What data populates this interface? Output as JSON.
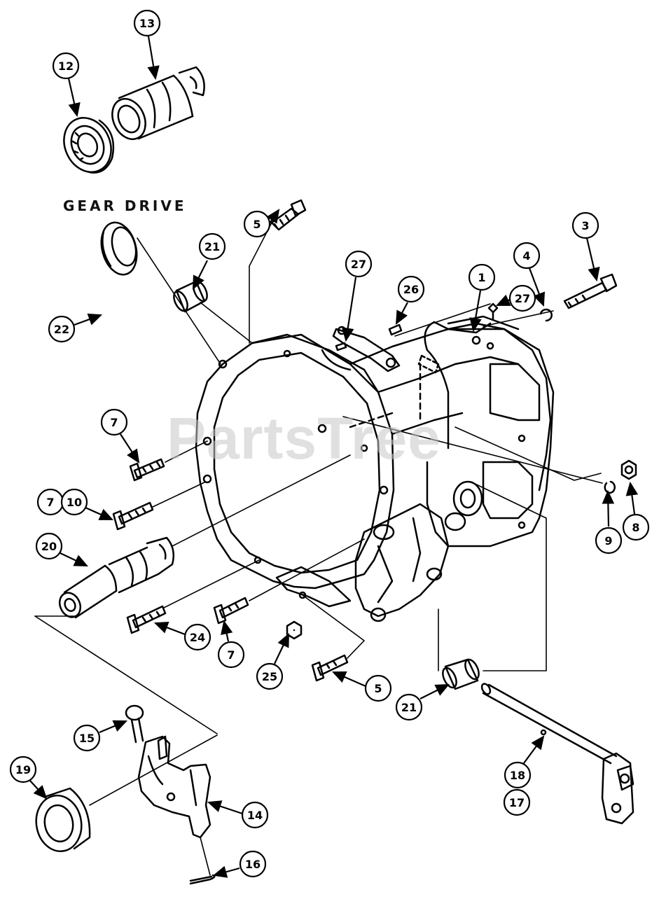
{
  "diagram": {
    "caption": "GEAR DRIVE",
    "watermark": "PartsTree",
    "callouts": [
      {
        "id": "c12",
        "label": "12"
      },
      {
        "id": "c13",
        "label": "13"
      },
      {
        "id": "c5a",
        "label": "5"
      },
      {
        "id": "c21a",
        "label": "21"
      },
      {
        "id": "c22",
        "label": "22"
      },
      {
        "id": "c27a",
        "label": "27"
      },
      {
        "id": "c26",
        "label": "26"
      },
      {
        "id": "c1",
        "label": "1"
      },
      {
        "id": "c4",
        "label": "4"
      },
      {
        "id": "c3",
        "label": "3"
      },
      {
        "id": "c27b",
        "label": "27"
      },
      {
        "id": "c7a",
        "label": "7"
      },
      {
        "id": "c7b",
        "label": "7"
      },
      {
        "id": "c10",
        "label": "10"
      },
      {
        "id": "c20",
        "label": "20"
      },
      {
        "id": "c9",
        "label": "9"
      },
      {
        "id": "c8",
        "label": "8"
      },
      {
        "id": "c24",
        "label": "24"
      },
      {
        "id": "c7c",
        "label": "7"
      },
      {
        "id": "c25",
        "label": "25"
      },
      {
        "id": "c5b",
        "label": "5"
      },
      {
        "id": "c21b",
        "label": "21"
      },
      {
        "id": "c15",
        "label": "15"
      },
      {
        "id": "c19",
        "label": "19"
      },
      {
        "id": "c14",
        "label": "14"
      },
      {
        "id": "c18",
        "label": "18"
      },
      {
        "id": "c17",
        "label": "17"
      },
      {
        "id": "c16",
        "label": "16"
      }
    ]
  }
}
